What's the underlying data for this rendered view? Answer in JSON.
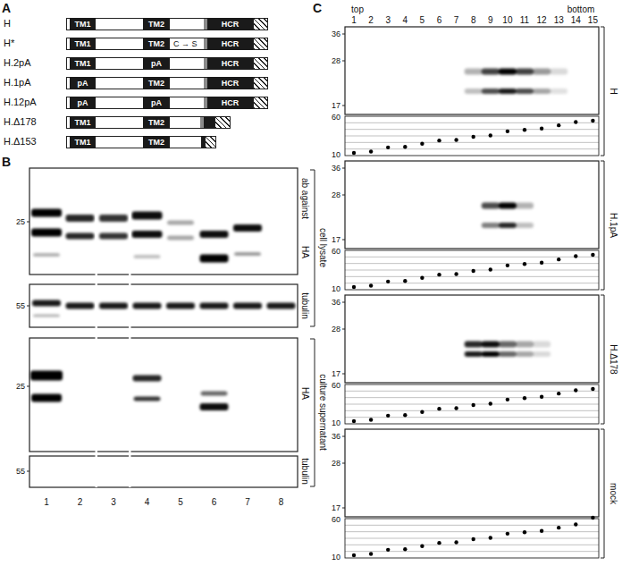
{
  "diagram": {
    "nodes": [
      {
        "text": [
          "H"
        ]
      },
      {
        "text": [
          "TM1"
        ],
        "in": 0
      },
      {
        "text": [
          "TM2"
        ],
        "in": 0
      },
      {
        "text": [
          "HCR"
        ],
        "in": 0
      },
      {
        "text": [
          "H*",
          "C → S"
        ]
      },
      {
        "text": [
          "TM1"
        ],
        "in": 4
      },
      {
        "text": [
          "TM2"
        ],
        "in": 4
      },
      {
        "text": [
          "HCR"
        ],
        "in": 4
      },
      {
        "text": [
          "H.2pA"
        ]
      },
      {
        "text": [
          "TM1"
        ],
        "in": 8
      },
      {
        "text": [
          "pA"
        ],
        "in": 8
      },
      {
        "text": [
          "HCR"
        ],
        "in": 8
      },
      {
        "text": [
          "H.1pA"
        ]
      },
      {
        "text": [
          "pA"
        ],
        "in": 12
      },
      {
        "text": [
          "TM2"
        ],
        "in": 12
      },
      {
        "text": [
          "HCR"
        ],
        "in": 12
      },
      {
        "text": [
          "H.12pA"
        ]
      },
      {
        "text": [
          "pA"
        ],
        "in": 16
      },
      {
        "text": [
          "pA"
        ],
        "in": 16
      },
      {
        "text": [
          "HCR"
        ],
        "in": 16
      },
      {
        "text": [
          "H.Δ178"
        ]
      },
      {
        "text": [
          "TM1"
        ],
        "in": 20
      },
      {
        "text": [
          "TM2"
        ],
        "in": 20
      },
      {
        "text": [
          "H.Δ153"
        ]
      },
      {
        "text": [
          "TM1"
        ],
        "in": 23
      },
      {
        "text": [
          "TM2"
        ],
        "in": 23
      }
    ],
    "labels": [
      "A",
      "B",
      "C",
      "25",
      "55",
      "25",
      "55",
      "1",
      "2",
      "3",
      "4",
      "5",
      "6",
      "7",
      "8",
      "ab against",
      "HA",
      "cell lysate",
      "tubulin",
      "HA",
      "culture supernatant",
      "tubulin",
      "top",
      "bottom",
      "1",
      "2",
      "3",
      "4",
      "5",
      "6",
      "7",
      "8",
      "9",
      "10",
      "11",
      "12",
      "13",
      "14",
      "15",
      "36",
      "28",
      "17",
      "60",
      "10",
      "H",
      "36",
      "28",
      "17",
      "60",
      "10",
      "H.1pA",
      "36",
      "28",
      "17",
      "60",
      "10",
      "H.Δ178",
      "36",
      "28",
      "17",
      "60",
      "10",
      "mock"
    ]
  }
}
